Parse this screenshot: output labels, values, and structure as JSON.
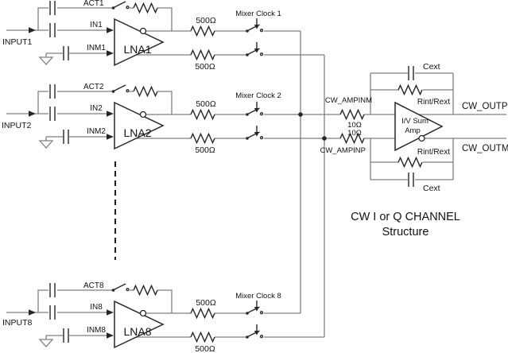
{
  "caption": {
    "line1": "CW I or Q CHANNEL",
    "line2": "Structure"
  },
  "channels": [
    {
      "id": "1",
      "input_label": "INPUT1",
      "act_label": "ACT1",
      "in_label": "IN1",
      "inm_label": "INM1",
      "lna_label": "LNA1",
      "r_top": "500Ω",
      "r_bot": "500Ω",
      "mixer_clock": "Mixer Clock 1"
    },
    {
      "id": "2",
      "input_label": "INPUT2",
      "act_label": "ACT2",
      "in_label": "IN2",
      "inm_label": "INM2",
      "lna_label": "LNA2",
      "r_top": "500Ω",
      "r_bot": "500Ω",
      "mixer_clock": "Mixer Clock 2"
    },
    {
      "id": "8",
      "input_label": "INPUT8",
      "act_label": "ACT8",
      "in_label": "IN8",
      "inm_label": "INM8",
      "lna_label": "LNA8",
      "r_top": "500Ω",
      "r_bot": "500Ω",
      "mixer_clock": "Mixer Clock 8"
    }
  ],
  "summing_node": {
    "amp_in_m": "CW_AMPINM",
    "amp_in_p": "CW_AMPINP",
    "r_in_top": "10Ω",
    "r_in_bot": "10Ω"
  },
  "sum_amp": {
    "name_line1": "I/V Sum",
    "name_line2": "Amp"
  },
  "feedback": {
    "cext_top": "Cext",
    "rint_top": "Rint/Rext",
    "rint_bot": "Rint/Rext",
    "cext_bot": "Cext"
  },
  "outputs": {
    "out_p": "CW_OUTP",
    "out_m": "CW_OUTM"
  },
  "colors": {
    "wire": "#7f7f7f",
    "component": "#262626",
    "text": "#111111",
    "background": "#ffffff"
  }
}
